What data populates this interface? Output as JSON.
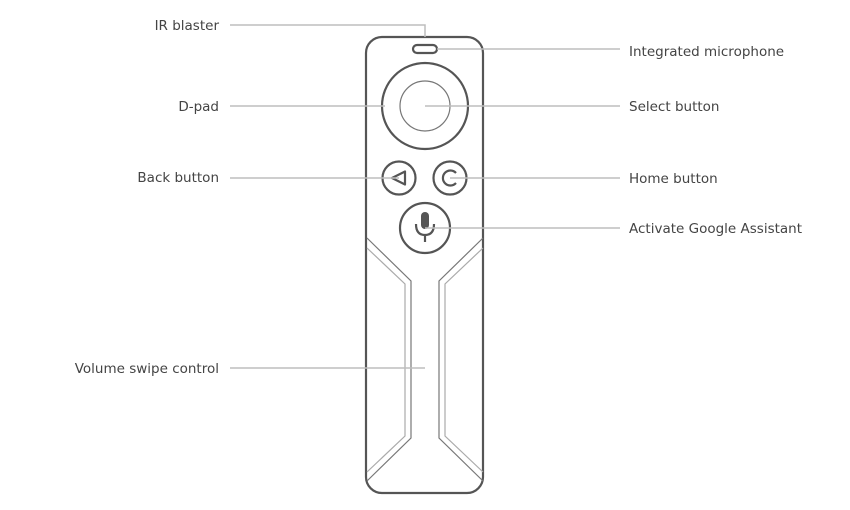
{
  "title": "Remote control diagram",
  "labels": {
    "ir_blaster": "IR blaster",
    "integrated_microphone": "Integrated microphone",
    "dpad": "D-pad",
    "select_button": "Select button",
    "back_button": "Back button",
    "home_button": "Home button",
    "google_assistant": "Activate Google Assistant",
    "volume_swipe": "Volume swipe control"
  },
  "colors": {
    "outline": "#555555",
    "leader": "#bdbdbd",
    "text": "#444444"
  }
}
